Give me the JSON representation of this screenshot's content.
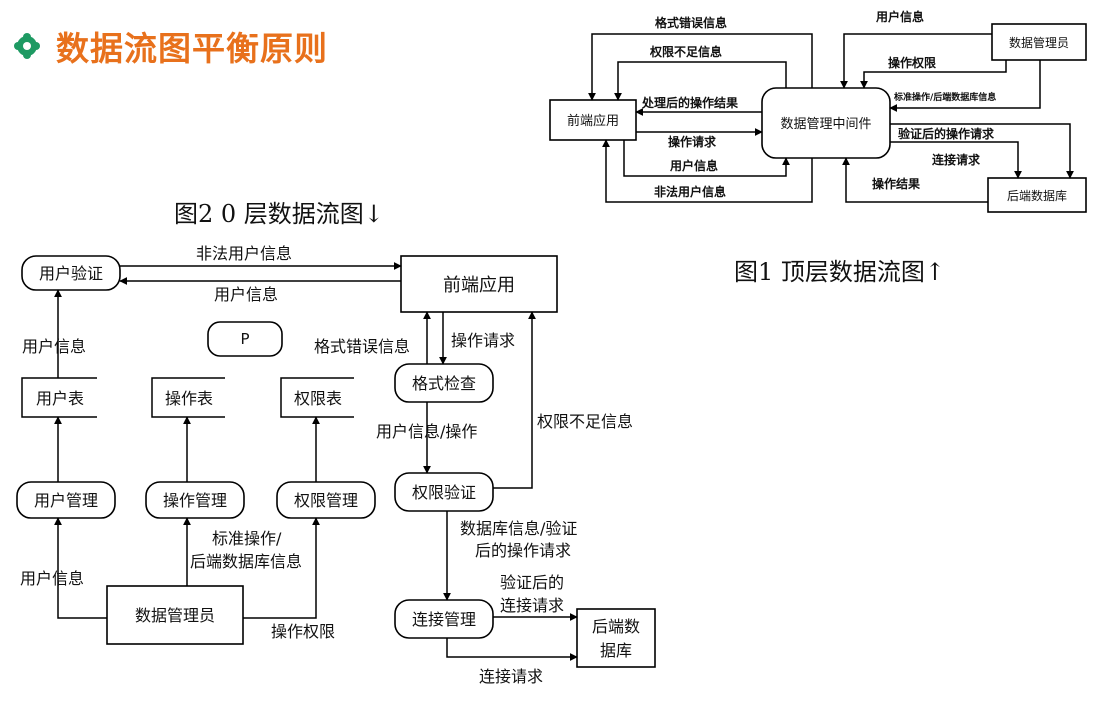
{
  "title": "数据流图平衡原则",
  "colors": {
    "title": "#e8711c",
    "bullet": "#1e9a63"
  },
  "bullet_icon": "flower-bullet-icon",
  "top_diagram": {
    "caption": "图1   顶层数据流图↑",
    "nodes": {
      "frontend": "前端应用",
      "middleware": "数据管理中间件",
      "dbadmin": "数据管理员",
      "backend": "后端数据库"
    },
    "labels": {
      "format_error": "格式错误信息",
      "no_permission": "权限不足信息",
      "processed_result": "处理后的操作结果",
      "op_request": "操作请求",
      "user_info": "用户信息",
      "illegal_user": "非法用户信息",
      "admin_user_info": "用户信息",
      "op_permission": "操作权限",
      "std_ops": "标准操作/后端数据库信息",
      "verified_request": "验证后的操作请求",
      "connect_request": "连接请求",
      "op_result": "操作结果"
    }
  },
  "level0_diagram": {
    "caption": "图2  0 层数据流图↓",
    "nodes": {
      "user_verify": "用户验证",
      "frontend": "前端应用",
      "p": "P",
      "user_table": "用户表",
      "op_table": "操作表",
      "perm_table": "权限表",
      "format_check": "格式检查",
      "user_mgmt": "用户管理",
      "op_mgmt": "操作管理",
      "perm_mgmt": "权限管理",
      "perm_verify": "权限验证",
      "dbadmin": "数据管理员",
      "conn_mgmt": "连接管理",
      "backend_l1": "后端数",
      "backend_l2": "据库"
    },
    "labels": {
      "illegal_user": "非法用户信息",
      "user_info_top": "用户信息",
      "user_info_left": "用户信息",
      "format_error": "格式错误信息",
      "op_request": "操作请求",
      "user_info_op": "用户信息/操作",
      "no_permission": "权限不足信息",
      "std_ops_l1": "标准操作/",
      "std_ops_l2": "后端数据库信息",
      "admin_user_info": "用户信息",
      "op_permission": "操作权限",
      "db_info_l1": "数据库信息/验证",
      "db_info_l2": "后的操作请求",
      "verified_conn_l1": "验证后的",
      "verified_conn_l2": "连接请求",
      "connect_request": "连接请求"
    }
  }
}
